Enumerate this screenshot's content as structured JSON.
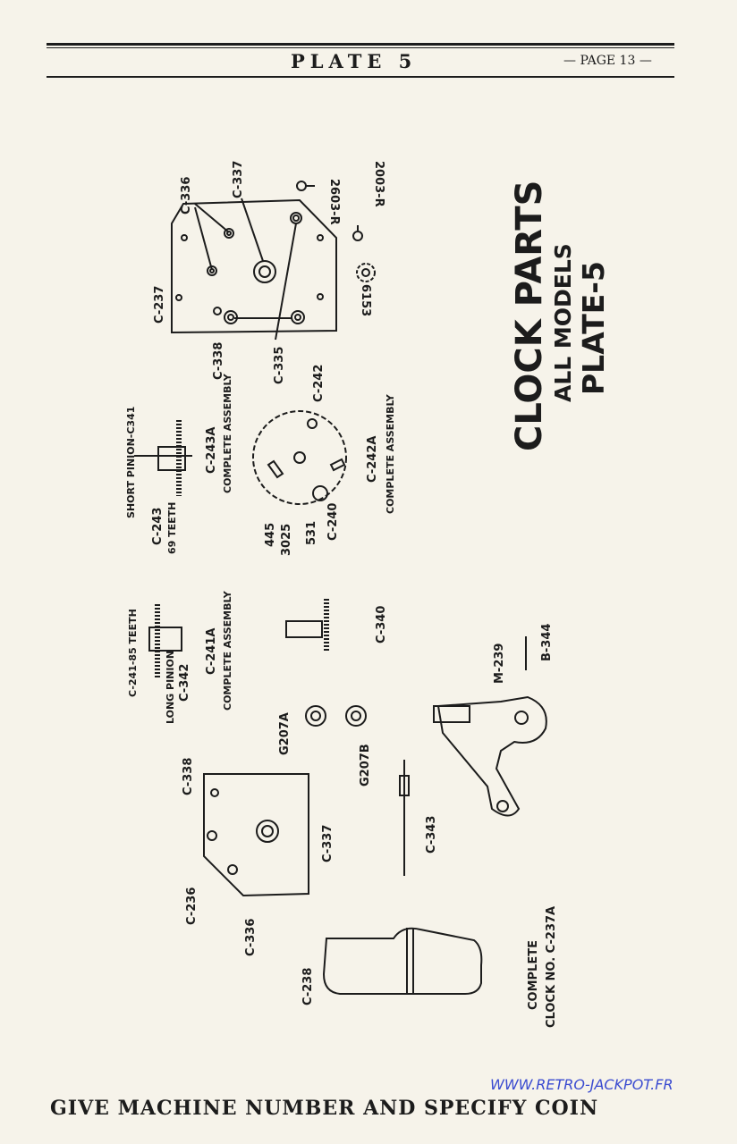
{
  "header": {
    "plate_title": "PLATE 5",
    "page_number": "— PAGE 13 —"
  },
  "title_block": {
    "line1": "CLOCK PARTS",
    "line2": "ALL MODELS",
    "line3": "PLATE-5"
  },
  "labels": {
    "c336_top": "C-336",
    "c337_top": "C-337",
    "r2603": "2603-R",
    "r2003": "2003-R",
    "c237": "C-237",
    "p6153": "6153",
    "c338_top": "C-338",
    "c335": "C-335",
    "short_pinion": "SHORT PINION-C341",
    "c243a": "C-243A",
    "c243a_note": "COMPLETE ASSEMBLY",
    "c243": "C-243",
    "c243_teeth": "69 TEETH",
    "c242": "C-242",
    "c242a": "C-242A",
    "c242a_note": "COMPLETE ASSEMBLY",
    "p445": "445",
    "p3025": "3025",
    "p531": "531",
    "c240": "C-240",
    "c241": "C-241-85 TEETH",
    "long_pinion": "LONG PINION",
    "c342": "C-342",
    "c241a": "C-241A",
    "c241a_note": "COMPLETE ASSEMBLY",
    "c340": "C-340",
    "m239": "M-239",
    "b344": "B-344",
    "g207a": "G207A",
    "g207b": "G207B",
    "c338_bottom": "C-338",
    "c337_bottom": "C-337",
    "c343": "C-343",
    "c236": "C-236",
    "c336_bottom": "C-336",
    "c238": "C-238",
    "complete1": "COMPLETE",
    "complete2": "CLOCK NO. C-237A"
  },
  "footer": {
    "text": "GIVE MACHINE NUMBER AND SPECIFY COIN",
    "watermark": "WWW.RETRO-JACKPOT.FR"
  }
}
